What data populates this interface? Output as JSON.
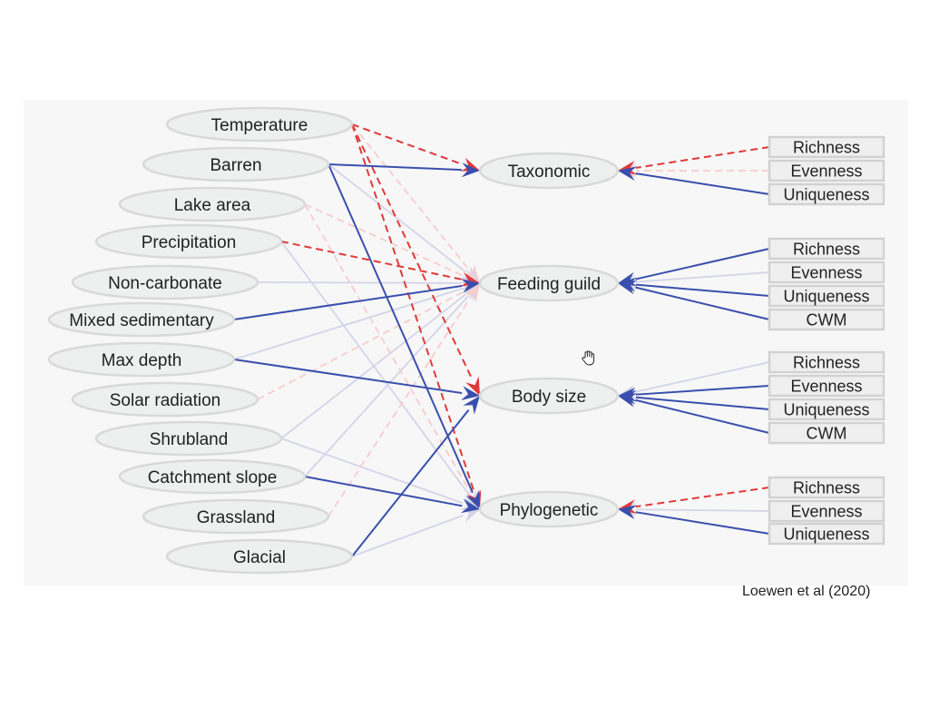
{
  "diagram": {
    "predictors": [
      {
        "id": "temperature",
        "label": "Temperature"
      },
      {
        "id": "barren",
        "label": "Barren"
      },
      {
        "id": "lake_area",
        "label": "Lake area"
      },
      {
        "id": "precipitation",
        "label": "Precipitation"
      },
      {
        "id": "non_carbonate",
        "label": "Non-carbonate"
      },
      {
        "id": "mixed_sedimentary",
        "label": "Mixed sedimentary"
      },
      {
        "id": "max_depth",
        "label": "Max depth"
      },
      {
        "id": "solar_radiation",
        "label": "Solar radiation"
      },
      {
        "id": "shrubland",
        "label": "Shrubland"
      },
      {
        "id": "catchment_slope",
        "label": "Catchment slope"
      },
      {
        "id": "grassland",
        "label": "Grassland"
      },
      {
        "id": "glacial",
        "label": "Glacial"
      }
    ],
    "facets": [
      {
        "id": "taxonomic",
        "label": "Taxonomic",
        "metrics": [
          {
            "label": "Richness",
            "effect": "negative",
            "strength": "strong"
          },
          {
            "label": "Evenness",
            "effect": "negative",
            "strength": "weak"
          },
          {
            "label": "Uniqueness",
            "effect": "positive",
            "strength": "strong"
          }
        ]
      },
      {
        "id": "feeding_guild",
        "label": "Feeding guild",
        "metrics": [
          {
            "label": "Richness",
            "effect": "positive",
            "strength": "strong"
          },
          {
            "label": "Evenness",
            "effect": "positive",
            "strength": "weak"
          },
          {
            "label": "Uniqueness",
            "effect": "positive",
            "strength": "strong"
          },
          {
            "label": "CWM",
            "effect": "positive",
            "strength": "strong"
          }
        ]
      },
      {
        "id": "body_size",
        "label": "Body size",
        "metrics": [
          {
            "label": "Richness",
            "effect": "positive",
            "strength": "weak"
          },
          {
            "label": "Evenness",
            "effect": "positive",
            "strength": "strong"
          },
          {
            "label": "Uniqueness",
            "effect": "positive",
            "strength": "strong"
          },
          {
            "label": "CWM",
            "effect": "positive",
            "strength": "strong"
          }
        ]
      },
      {
        "id": "phylogenetic",
        "label": "Phylogenetic",
        "metrics": [
          {
            "label": "Richness",
            "effect": "negative",
            "strength": "strong"
          },
          {
            "label": "Evenness",
            "effect": "positive",
            "strength": "weak"
          },
          {
            "label": "Uniqueness",
            "effect": "positive",
            "strength": "strong"
          }
        ]
      }
    ],
    "edges": [
      {
        "from": "temperature",
        "to": "taxonomic",
        "effect": "negative",
        "strength": "strong"
      },
      {
        "from": "temperature",
        "to": "feeding_guild",
        "effect": "negative",
        "strength": "weak"
      },
      {
        "from": "temperature",
        "to": "body_size",
        "effect": "negative",
        "strength": "strong"
      },
      {
        "from": "temperature",
        "to": "phylogenetic",
        "effect": "negative",
        "strength": "strong"
      },
      {
        "from": "barren",
        "to": "taxonomic",
        "effect": "positive",
        "strength": "strong"
      },
      {
        "from": "barren",
        "to": "feeding_guild",
        "effect": "positive",
        "strength": "weak"
      },
      {
        "from": "barren",
        "to": "phylogenetic",
        "effect": "positive",
        "strength": "strong"
      },
      {
        "from": "lake_area",
        "to": "feeding_guild",
        "effect": "negative",
        "strength": "weak"
      },
      {
        "from": "lake_area",
        "to": "phylogenetic",
        "effect": "negative",
        "strength": "weak"
      },
      {
        "from": "precipitation",
        "to": "feeding_guild",
        "effect": "negative",
        "strength": "strong"
      },
      {
        "from": "precipitation",
        "to": "phylogenetic",
        "effect": "positive",
        "strength": "weak"
      },
      {
        "from": "non_carbonate",
        "to": "feeding_guild",
        "effect": "positive",
        "strength": "weak"
      },
      {
        "from": "mixed_sedimentary",
        "to": "feeding_guild",
        "effect": "positive",
        "strength": "strong"
      },
      {
        "from": "max_depth",
        "to": "feeding_guild",
        "effect": "positive",
        "strength": "weak"
      },
      {
        "from": "max_depth",
        "to": "body_size",
        "effect": "positive",
        "strength": "strong"
      },
      {
        "from": "solar_radiation",
        "to": "feeding_guild",
        "effect": "negative",
        "strength": "weak"
      },
      {
        "from": "shrubland",
        "to": "feeding_guild",
        "effect": "positive",
        "strength": "weak"
      },
      {
        "from": "shrubland",
        "to": "phylogenetic",
        "effect": "positive",
        "strength": "weak"
      },
      {
        "from": "catchment_slope",
        "to": "feeding_guild",
        "effect": "positive",
        "strength": "weak"
      },
      {
        "from": "catchment_slope",
        "to": "phylogenetic",
        "effect": "positive",
        "strength": "strong"
      },
      {
        "from": "grassland",
        "to": "feeding_guild",
        "effect": "negative",
        "strength": "weak"
      },
      {
        "from": "glacial",
        "to": "body_size",
        "effect": "positive",
        "strength": "strong"
      },
      {
        "from": "glacial",
        "to": "phylogenetic",
        "effect": "positive",
        "strength": "weak"
      }
    ],
    "colors": {
      "positive_strong": "#3a4fad",
      "positive_weak": "#d4d4ea",
      "negative_strong": "#e03a3a",
      "negative_weak": "#f7cccc",
      "node_fill": "#eeefef",
      "node_stroke": "#d9d9d9",
      "panel_background": "#f7f7f7"
    }
  },
  "credit": "Loewen et al (2020)",
  "cursor_icon": "hand-cursor-icon"
}
